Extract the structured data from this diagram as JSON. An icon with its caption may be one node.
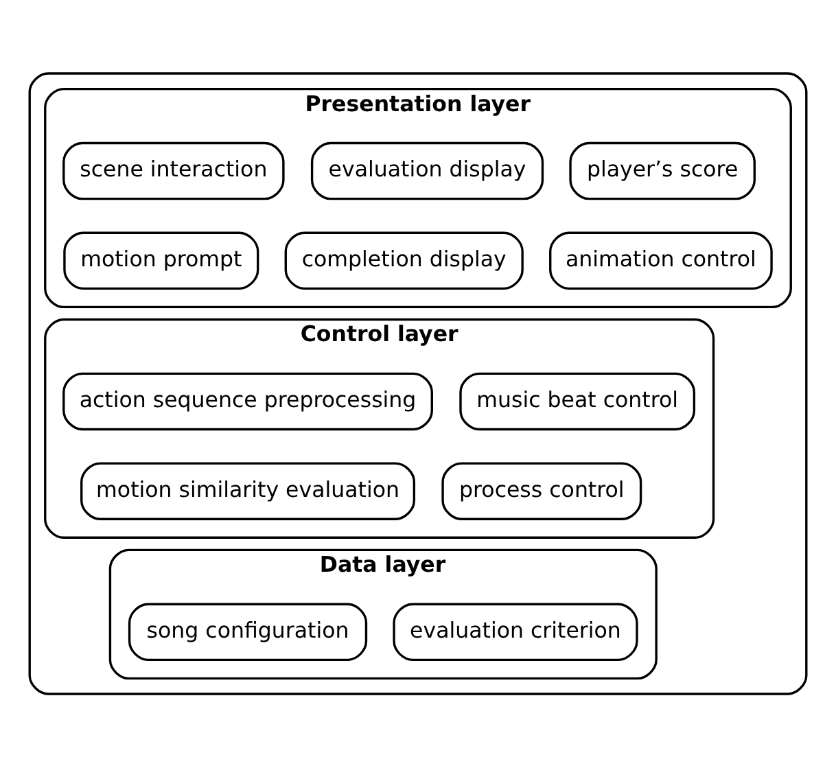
{
  "diagram": {
    "nodes": [
      {
        "text": [],
        "shape": "box"
      },
      {
        "text": [
          "Presentation layer"
        ],
        "in": 0
      },
      {
        "text": [
          "scene interaction"
        ],
        "in": 1
      },
      {
        "text": [
          "evaluation display"
        ],
        "in": 1
      },
      {
        "text": [
          "player’s score"
        ],
        "in": 1
      },
      {
        "text": [
          "motion prompt"
        ],
        "in": 1
      },
      {
        "text": [
          "completion display"
        ],
        "in": 1
      },
      {
        "text": [
          "animation control"
        ],
        "in": 1
      },
      {
        "text": [
          "Control layer"
        ],
        "in": 0
      },
      {
        "text": [
          "action sequence preprocessing"
        ],
        "in": 8
      },
      {
        "text": [
          "music beat control"
        ],
        "in": 8
      },
      {
        "text": [
          "motion similarity evaluation"
        ],
        "in": 8
      },
      {
        "text": [
          "process control"
        ],
        "in": 8
      },
      {
        "text": [
          "Data layer"
        ],
        "in": 0
      },
      {
        "text": [
          "song configuration"
        ],
        "in": 13
      },
      {
        "text": [
          "evaluation criterion"
        ],
        "in": 13
      }
    ],
    "edges": []
  }
}
